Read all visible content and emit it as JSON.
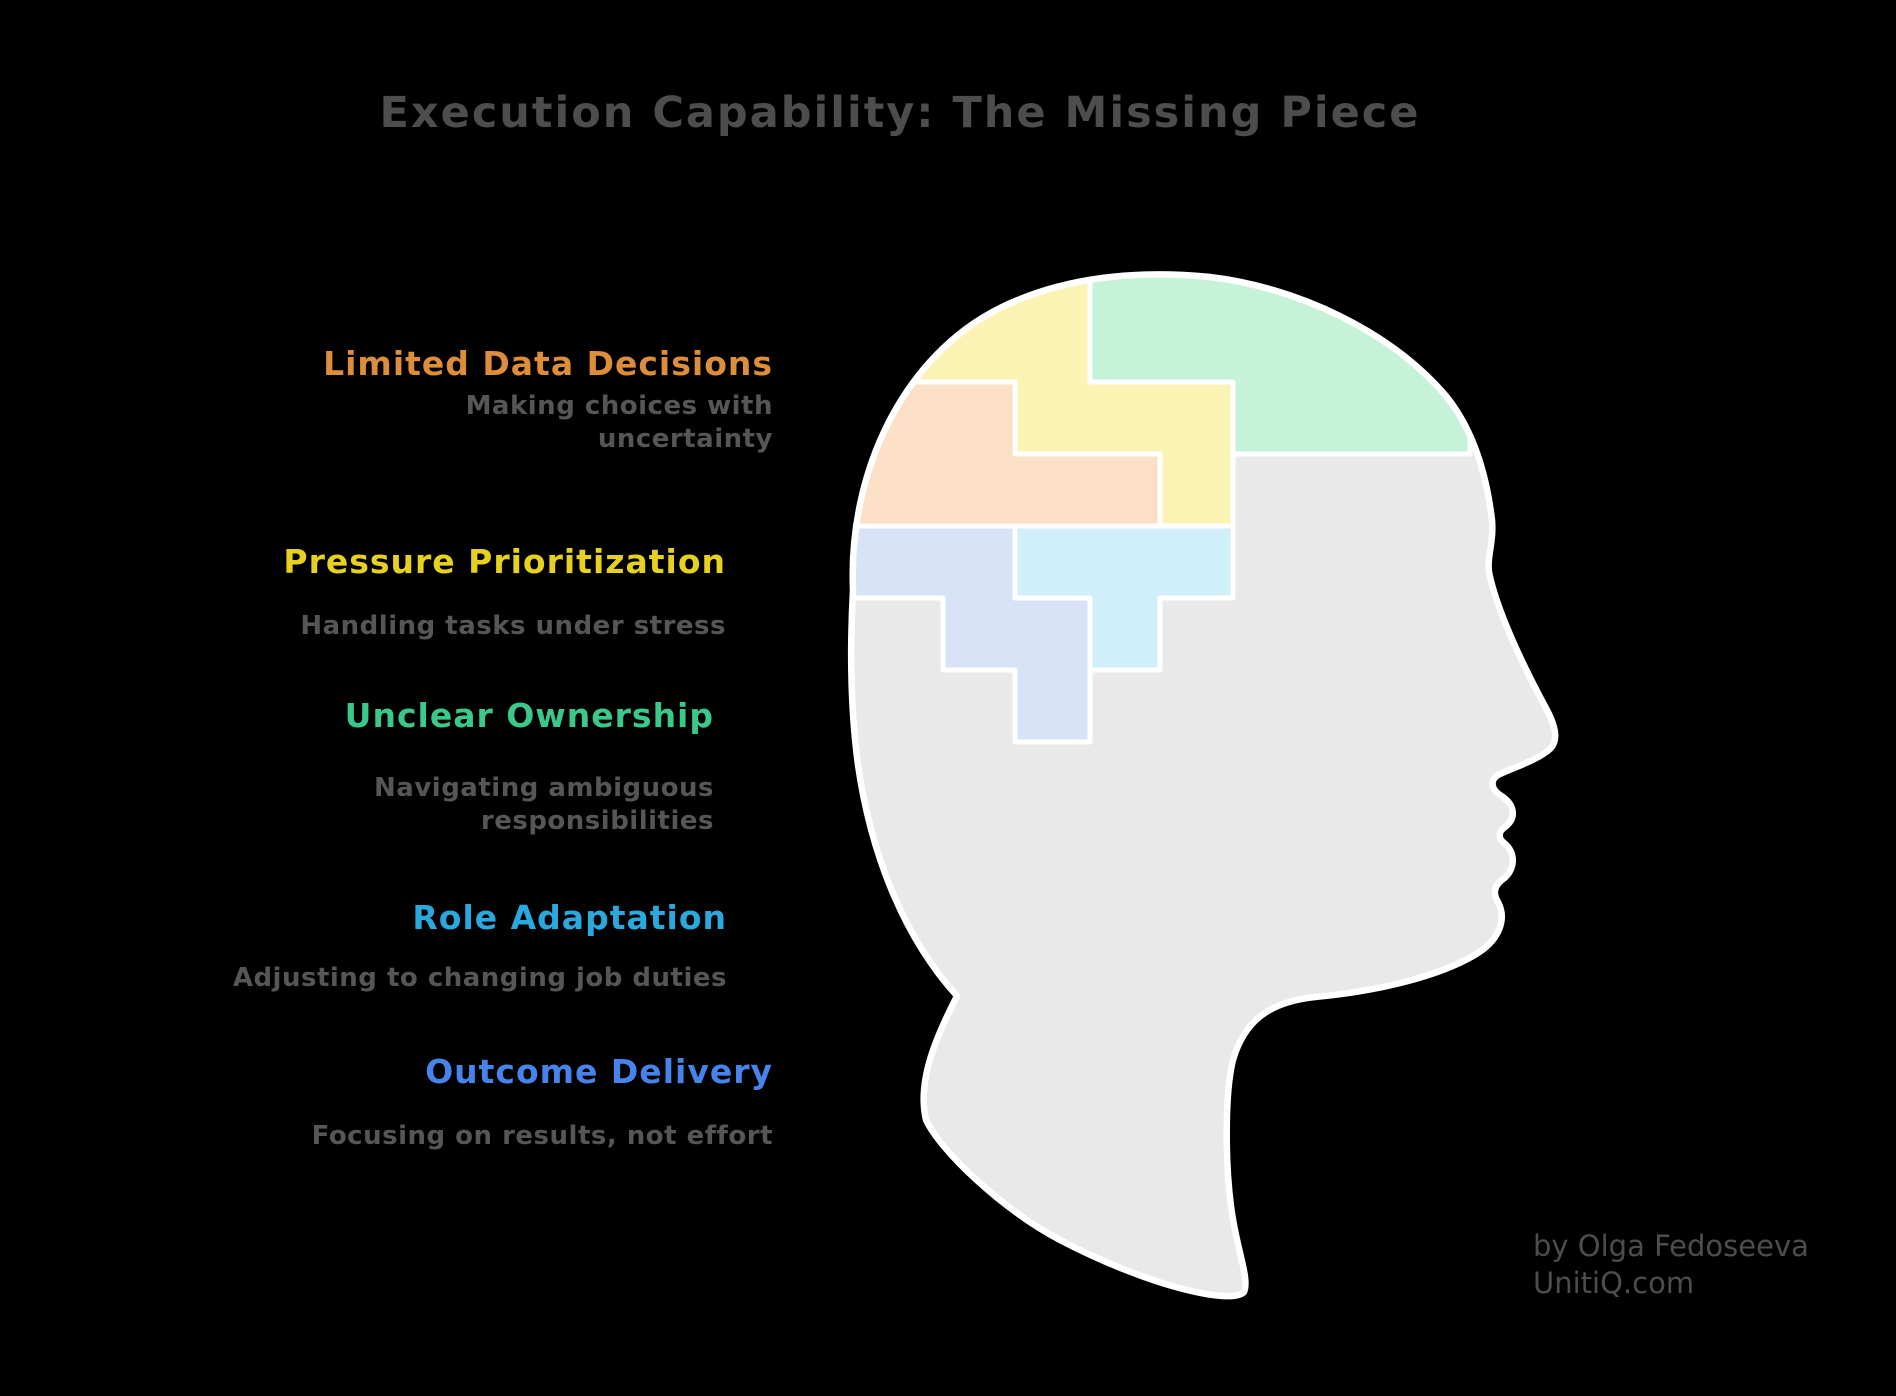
{
  "title": "Execution Capability: The Missing Piece",
  "items": [
    {
      "label": "Limited Data Decisions",
      "sublabel": "Making choices with\nuncertainty",
      "color": "#DE8D3B"
    },
    {
      "label": "Pressure Prioritization",
      "sublabel": "Handling tasks under stress",
      "color": "#E6D11E"
    },
    {
      "label": "Unclear Ownership",
      "sublabel": "Navigating ambiguous\nresponsibilities",
      "color": "#3BC88B"
    },
    {
      "label": "Role Adaptation",
      "sublabel": "Adjusting to changing job duties",
      "color": "#2AA9DE"
    },
    {
      "label": "Outcome Delivery",
      "sublabel": "Focusing on results, not effort",
      "color": "#4684EC"
    }
  ],
  "credit": "by Olga Fedoseeva\nUnitiQ.com",
  "colors": {
    "background": "#000000",
    "title": "#4D4D4D",
    "subtitle": "#565656",
    "credit": "#4D4D4D",
    "head": "#E9E9E9",
    "outline": "#FFFFFF"
  },
  "pieces": [
    {
      "name": "limited-data-decisions-piece",
      "color": "#FBDFC6"
    },
    {
      "name": "pressure-prioritization-piece",
      "color": "#FBF3B4"
    },
    {
      "name": "unclear-ownership-piece",
      "color": "#C6F2DA"
    },
    {
      "name": "role-adaptation-piece",
      "color": "#D1EFFB"
    },
    {
      "name": "outcome-delivery-piece",
      "color": "#D9E3F7"
    }
  ]
}
